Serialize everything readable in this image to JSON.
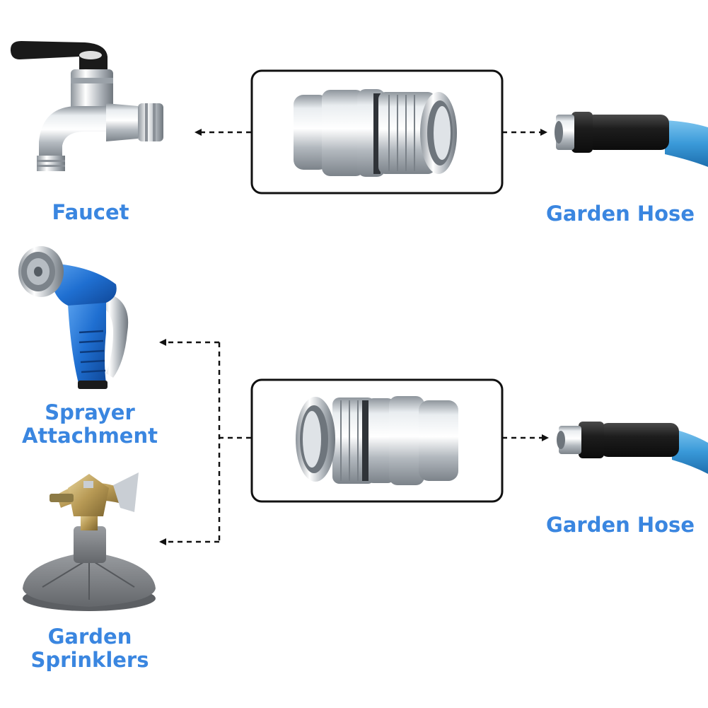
{
  "labels": {
    "faucet": "Faucet",
    "garden_hose_top": "Garden Hose",
    "sprayer_line1": "Sprayer",
    "sprayer_line2": "Attachment",
    "garden_hose_bottom": "Garden Hose",
    "sprinklers_line1": "Garden",
    "sprinklers_line2": "Sprinklers"
  },
  "colors": {
    "label": "#3a86e0",
    "connector_line": "#111111",
    "box_border": "#111111",
    "hose_blue": "#3a9ad9",
    "hose_black": "#1d1d1d",
    "sprayer_blue": "#1f6fd1",
    "faucet_handle": "#1a1a1a",
    "sprinkler_base": "#7f8286",
    "sprinkler_head": "#b89a55",
    "metal": "#c9ced4"
  },
  "icons": {
    "faucet": "faucet-icon",
    "hose": "garden-hose-icon",
    "sprayer": "spray-nozzle-icon",
    "sprinkler": "impact-sprinkler-icon",
    "adapter": "hose-adapter-icon"
  }
}
